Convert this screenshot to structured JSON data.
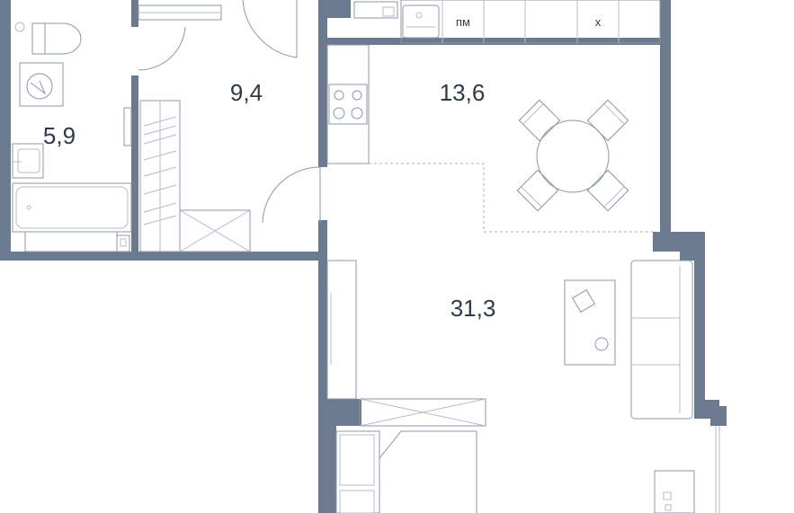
{
  "rooms": {
    "bathroom": {
      "area": "5,9"
    },
    "hallway": {
      "area": "9,4"
    },
    "kitchen": {
      "area": "13,6"
    },
    "living": {
      "area": "31,3"
    }
  },
  "appliances": {
    "dishwasher": "пм",
    "fridge": "х"
  },
  "colors": {
    "wall": "#6b7a8f",
    "line": "#8a97a8",
    "text": "#2f3a49"
  }
}
